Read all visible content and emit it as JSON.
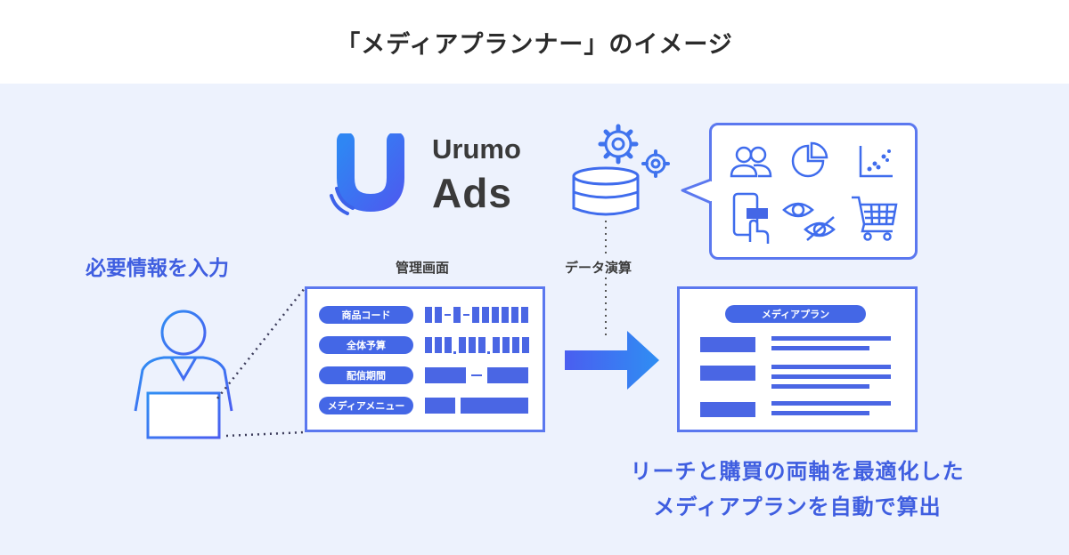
{
  "title": "「メディアプランナー」のイメージ",
  "brand": {
    "line1": "Urumo",
    "line2": "Ads"
  },
  "left_label": "必要情報を入力",
  "admin_screen": {
    "caption": "管理画面",
    "fields": [
      "商品コード",
      "全体予算",
      "配信期間",
      "メディアメニュー"
    ]
  },
  "data_calc_caption": "データ演算",
  "media_plan": {
    "header": "メディアプラン"
  },
  "bottom_text": {
    "line1": "リーチと購買の両軸を最適化した",
    "line2": "メディアプランを自動で算出"
  },
  "icons": [
    "users-icon",
    "pie-chart-icon",
    "scatter-chart-icon",
    "phone-tap-icon",
    "eye-icon",
    "eye-off-icon",
    "shopping-cart-icon",
    "gear-icon",
    "database-icon",
    "person-laptop-icon",
    "arrow-right-icon"
  ],
  "colors": {
    "accent": "#4467e6",
    "gradient_start": "#3b82f6",
    "gradient_end": "#5b5ef0",
    "background": "#edf2fd"
  }
}
